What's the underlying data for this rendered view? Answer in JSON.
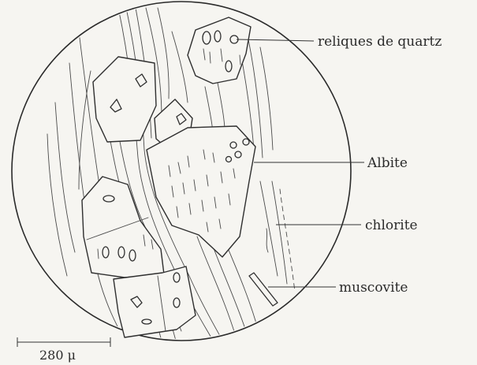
{
  "labels": {
    "quartz": "reliques de quartz",
    "albite": "Albite",
    "chlorite": "chlorite",
    "muscovite": "muscovite"
  },
  "scale_bar": {
    "label": "280 μ"
  }
}
